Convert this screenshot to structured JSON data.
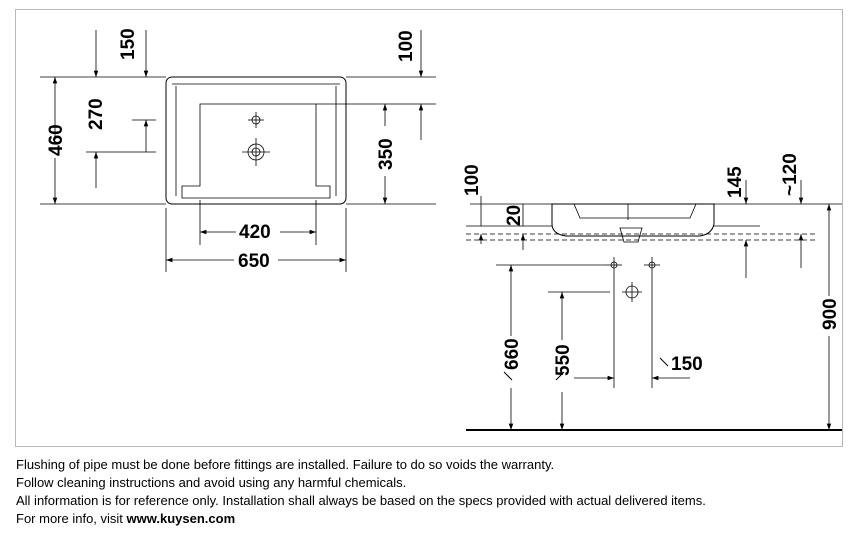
{
  "dimensions": {
    "top_view": {
      "d150": "150",
      "d460": "460",
      "d270": "270",
      "d100": "100",
      "d350": "350",
      "d420": "420",
      "d650": "650"
    },
    "side_view": {
      "d100": "100",
      "d20": "20",
      "d145": "145",
      "d120": "~120",
      "d900": "900",
      "d660": "660",
      "d550": "550",
      "d150": "150"
    }
  },
  "notes": {
    "line1": "Flushing of pipe must be done before fittings are installed. Failure to do so voids the warranty.",
    "line2": "Follow cleaning instructions and avoid using any harmful chemicals.",
    "line3": "All information is for reference only. Installation shall always be based on the specs provided with actual delivered items.",
    "line4_prefix": "For more info, visit ",
    "line4_link": "www.kuysen.com"
  }
}
